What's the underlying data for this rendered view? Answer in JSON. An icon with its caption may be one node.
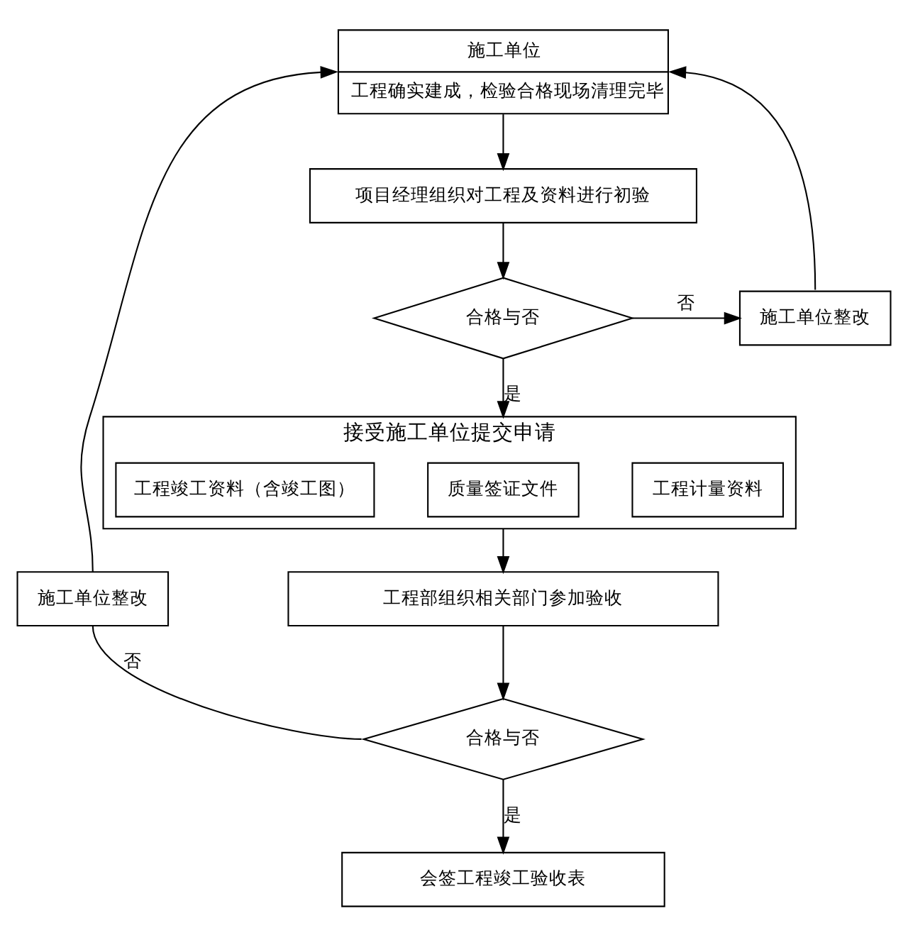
{
  "diagram": {
    "nodes": [
      {
        "text": [
          "施工单位",
          "工程确实建成，检验合格现场清理完毕"
        ]
      },
      {
        "text": [
          "项目经理组织对工程及资料进行初验"
        ]
      },
      {
        "text": [
          "合格与否"
        ]
      },
      {
        "text": [
          "施工单位整改"
        ]
      },
      {
        "text": [
          "接受施工单位提交申请"
        ]
      },
      {
        "text": [
          "工程竣工资料（含竣工图）"
        ],
        "in": 4
      },
      {
        "text": [
          "质量签证文件"
        ],
        "in": 4
      },
      {
        "text": [
          "工程计量资料"
        ],
        "in": 4
      },
      {
        "text": [
          "工程部组织相关部门参加验收"
        ]
      },
      {
        "text": [
          "合格与否"
        ]
      },
      {
        "text": [
          "施工单位整改"
        ]
      },
      {
        "text": [
          "会签工程竣工验收表"
        ]
      }
    ],
    "edges": [
      {
        "from": 0,
        "to": 1,
        "arrow": "to"
      },
      {
        "from": 1,
        "to": 2,
        "arrow": "to"
      },
      {
        "from": 2,
        "to": 3,
        "arrow": "to",
        "label": "否"
      },
      {
        "from": 3,
        "to": 0,
        "arrow": "to"
      },
      {
        "from": 2,
        "to": 4,
        "arrow": "to",
        "label": "是"
      },
      {
        "from": 4,
        "to": 8,
        "arrow": "to"
      },
      {
        "from": 8,
        "to": 9,
        "arrow": "to"
      },
      {
        "from": 9,
        "to": 10,
        "arrow": "none",
        "label": "否"
      },
      {
        "from": 10,
        "to": 0,
        "arrow": "to"
      },
      {
        "from": 9,
        "to": 11,
        "arrow": "to",
        "label": "是"
      }
    ]
  }
}
